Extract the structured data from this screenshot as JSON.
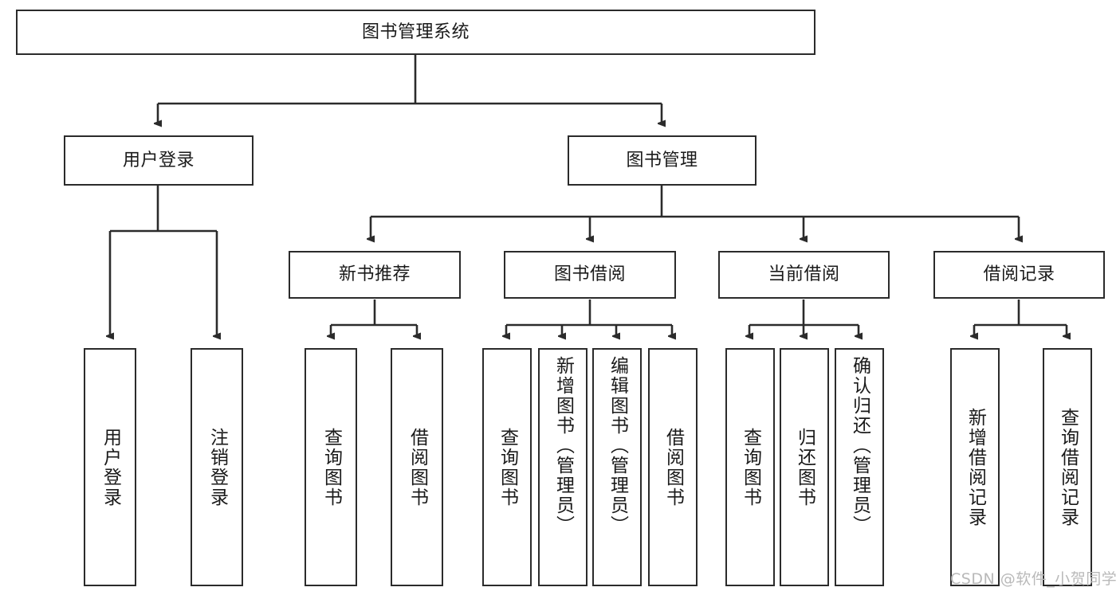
{
  "diagram": {
    "title": "图书管理系统",
    "type": "tree-hierarchy-chart",
    "colors": {
      "box_border": "#2b2b2b",
      "box_fill": "#ffffff",
      "edge": "#2b2b2b",
      "text": "#1a1a1a",
      "watermark": "#b9b9b9",
      "background": "#ffffff"
    }
  },
  "watermark": {
    "text": "CSDN @软件_小贺同学"
  },
  "nodes": {
    "root": {
      "label": "图书管理系统",
      "orientation": "horizontal"
    },
    "level2": [
      {
        "label": "用户登录",
        "orientation": "horizontal"
      },
      {
        "label": "图书管理",
        "orientation": "horizontal"
      }
    ],
    "level3": [
      {
        "label": "新书推荐",
        "orientation": "horizontal"
      },
      {
        "label": "图书借阅",
        "orientation": "horizontal"
      },
      {
        "label": "当前借阅",
        "orientation": "horizontal"
      },
      {
        "label": "借阅记录",
        "orientation": "horizontal"
      }
    ],
    "leaves": {
      "user_login": [
        {
          "label": "用户登录",
          "orientation": "vertical"
        },
        {
          "label": "注销登录",
          "orientation": "vertical"
        }
      ],
      "new_book_recommend": [
        {
          "label": "查询图书",
          "orientation": "vertical"
        },
        {
          "label": "借阅图书",
          "orientation": "vertical"
        }
      ],
      "book_borrow": [
        {
          "label": "查询图书",
          "orientation": "vertical"
        },
        {
          "label": "新增图书（管理员）",
          "orientation": "vertical"
        },
        {
          "label": "编辑图书（管理员）",
          "orientation": "vertical"
        },
        {
          "label": "借阅图书",
          "orientation": "vertical"
        }
      ],
      "current_borrow": [
        {
          "label": "查询图书",
          "orientation": "vertical"
        },
        {
          "label": "归还图书",
          "orientation": "vertical"
        },
        {
          "label": "确认归还（管理员）",
          "orientation": "vertical"
        }
      ],
      "borrow_record": [
        {
          "label": "新增借阅记录",
          "orientation": "vertical"
        },
        {
          "label": "查询借阅记录",
          "orientation": "vertical"
        }
      ]
    }
  },
  "edges": [
    {
      "from": "图书管理系统",
      "to": "用户登录"
    },
    {
      "from": "图书管理系统",
      "to": "图书管理"
    },
    {
      "from": "用户登录",
      "to": "用户登录(叶)"
    },
    {
      "from": "用户登录",
      "to": "注销登录"
    },
    {
      "from": "图书管理",
      "to": "新书推荐"
    },
    {
      "from": "图书管理",
      "to": "图书借阅"
    },
    {
      "from": "图书管理",
      "to": "当前借阅"
    },
    {
      "from": "图书管理",
      "to": "借阅记录"
    },
    {
      "from": "新书推荐",
      "to": "查询图书"
    },
    {
      "from": "新书推荐",
      "to": "借阅图书"
    },
    {
      "from": "图书借阅",
      "to": "查询图书"
    },
    {
      "from": "图书借阅",
      "to": "新增图书（管理员）"
    },
    {
      "from": "图书借阅",
      "to": "编辑图书（管理员）"
    },
    {
      "from": "图书借阅",
      "to": "借阅图书"
    },
    {
      "from": "当前借阅",
      "to": "查询图书"
    },
    {
      "from": "当前借阅",
      "to": "归还图书"
    },
    {
      "from": "当前借阅",
      "to": "确认归还（管理员）"
    },
    {
      "from": "借阅记录",
      "to": "新增借阅记录"
    },
    {
      "from": "借阅记录",
      "to": "查询借阅记录"
    }
  ]
}
